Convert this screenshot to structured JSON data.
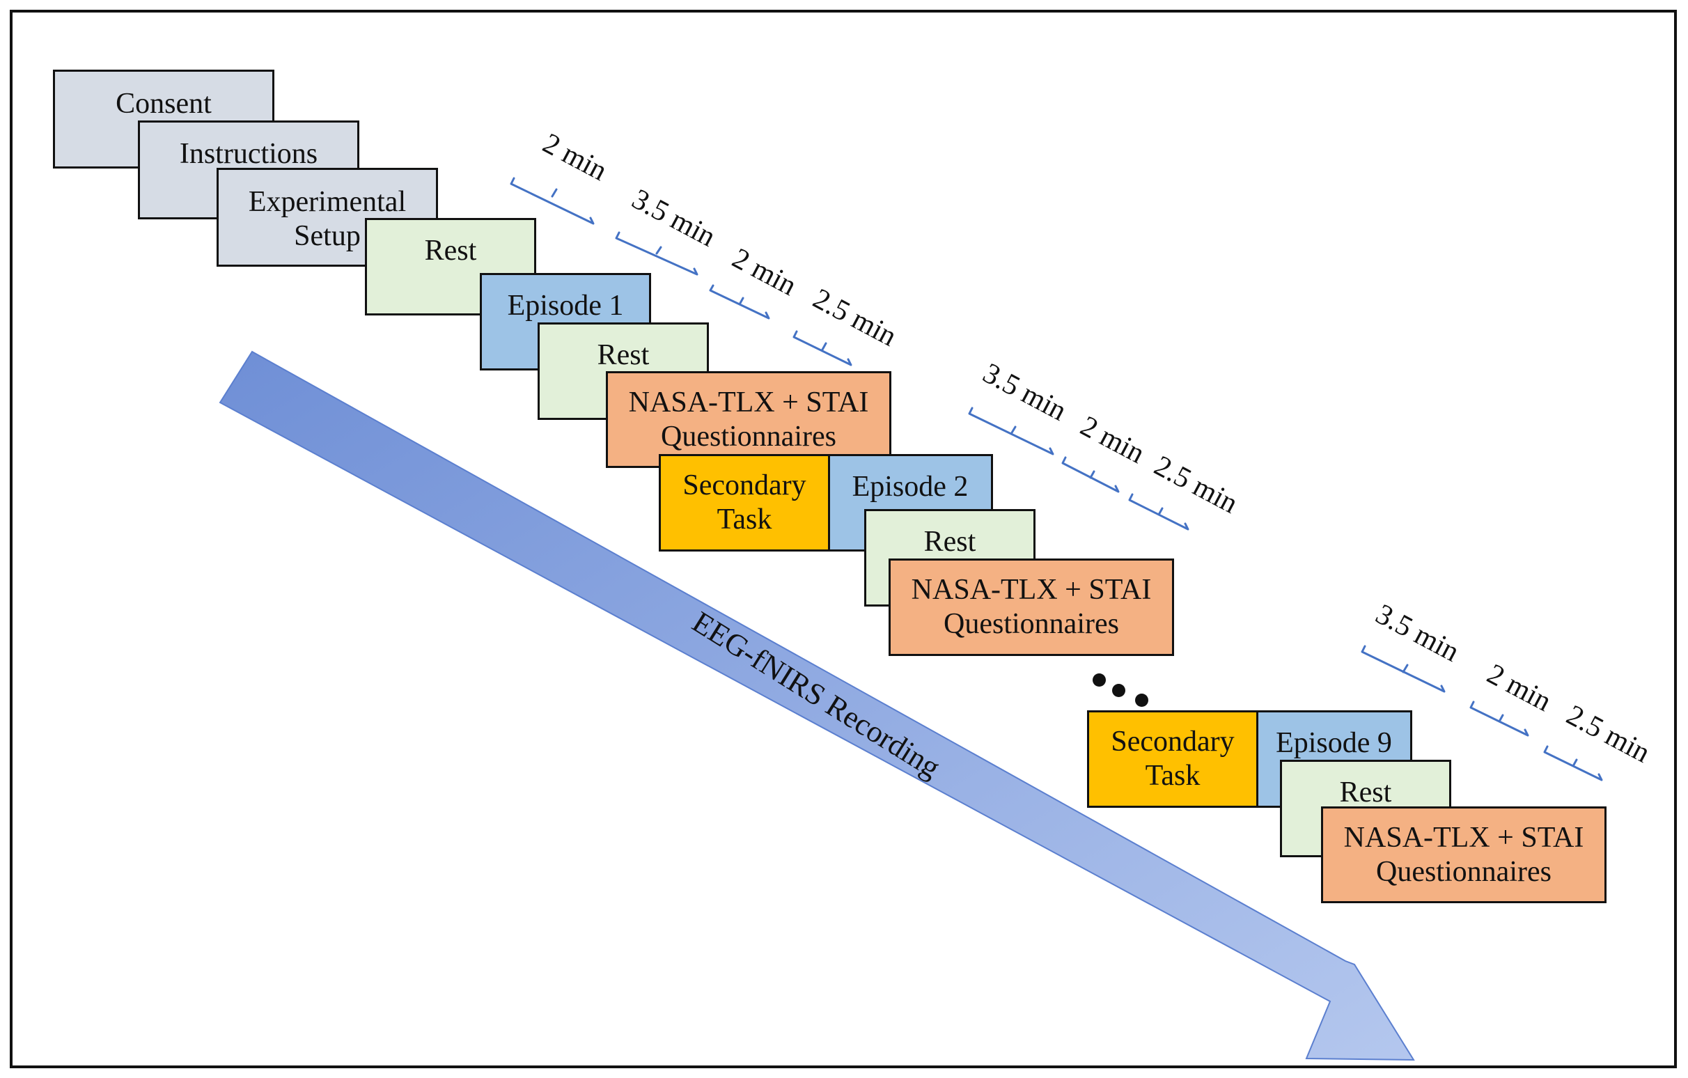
{
  "steps": {
    "consent": "Consent",
    "instructions": "Instructions",
    "setup_line1": "Experimental",
    "setup_line2": "Setup",
    "rest": "Rest",
    "episode1": "Episode 1",
    "episode2": "Episode 2",
    "episode9": "Episode 9",
    "questionnaire_line1": "NASA-TLX + STAI",
    "questionnaire_line2": "Questionnaires",
    "secondary_line1": "Secondary",
    "secondary_line2": "Task"
  },
  "durations": {
    "rest": "2 min",
    "episode": "3.5 min",
    "rest_short": "2 min",
    "questionnaire": "2.5 min"
  },
  "arrow_label": "EEG-fNIRS Recording",
  "colors": {
    "gray": "#d6dce5",
    "green": "#e2f0d9",
    "blue": "#9dc3e6",
    "orange": "#f4b183",
    "gold": "#ffc000",
    "arrow": "#8faadc",
    "bracket": "#4472c4"
  }
}
